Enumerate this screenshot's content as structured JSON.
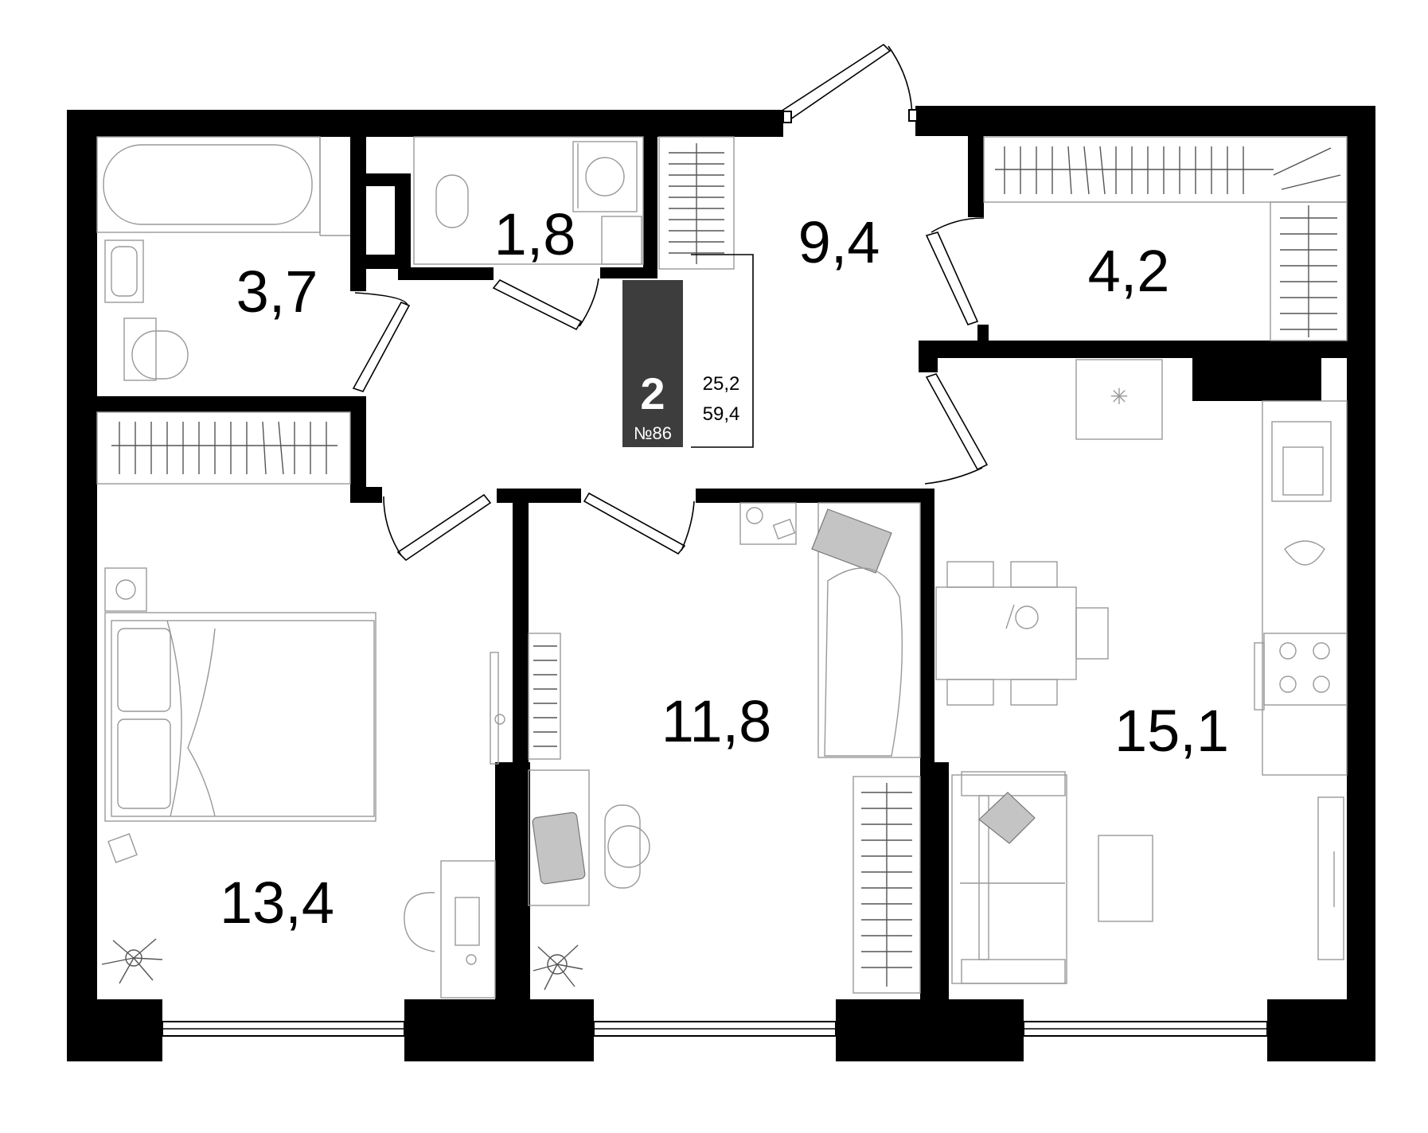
{
  "rooms": [
    {
      "id": "bathroom",
      "area": "3,7"
    },
    {
      "id": "toilet",
      "area": "1,8"
    },
    {
      "id": "hallway",
      "area": "9,4"
    },
    {
      "id": "wardrobe",
      "area": "4,2"
    },
    {
      "id": "bedroom",
      "area": "13,4"
    },
    {
      "id": "child-room",
      "area": "11,8"
    },
    {
      "id": "kitchen-living",
      "area": "15,1"
    }
  ],
  "apartment": {
    "rooms_count": "2",
    "number": "№86",
    "living_area": "25,2",
    "total_area": "59,4"
  },
  "colors": {
    "wall": "#000000",
    "badge": "#3d3d3d",
    "furniture": "#999999",
    "textile": "#c4c4c4"
  }
}
